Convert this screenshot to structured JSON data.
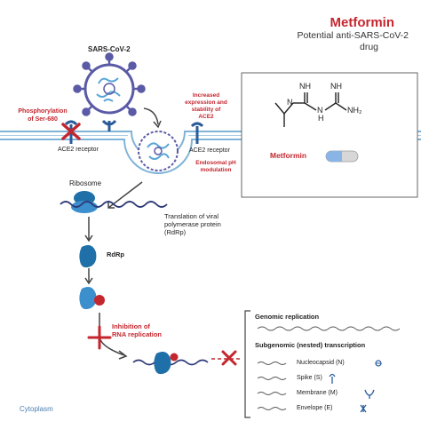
{
  "header": {
    "title": "Metformin",
    "subtitle_line1": "Potential anti-SARS-CoV-2",
    "subtitle_line2": "drug"
  },
  "virus": {
    "label": "SARS-CoV-2"
  },
  "membrane": {
    "phosphorylation_line1": "Phosphorylation",
    "phosphorylation_line2": "of Ser-680",
    "ace2_left": "ACE2 receptor",
    "ace2_right": "ACE2 receptor",
    "increased_line1": "Increased",
    "increased_line2": "expression and",
    "increased_line3": "stability of",
    "increased_line4": "ACE2",
    "endosomal_line1": "Endosomal pH",
    "endosomal_line2": "modulation"
  },
  "structure_box": {
    "atom_nh_left": "NH",
    "atom_nh_right": "NH",
    "atom_n": "N",
    "atom_nh_mid": "N",
    "atom_nh2": "NH₂",
    "atom_h": "H",
    "drug_name": "Metformin"
  },
  "cell": {
    "ribosome": "Ribosome",
    "translation_line1": "Translation of viral",
    "translation_line2": "polymerase protein",
    "translation_line3": "(RdRp)",
    "rdrp": "RdRp",
    "inhibition_line1": "Inhibition of",
    "inhibition_line2": "RNA replication",
    "cytoplasm": "Cytoplasm"
  },
  "replication_panel": {
    "genomic": "Genomic replication",
    "subgenomic": "Subgenomic (nested) transcription",
    "items": [
      {
        "label": "Nucleocapsid (N)"
      },
      {
        "label": "Spike (S)"
      },
      {
        "label": "Membrane (M)"
      },
      {
        "label": "Envelope (E)"
      }
    ]
  },
  "colors": {
    "accent_red": "#c4262e",
    "membrane_blue": "#7fb3d8",
    "virus_purple": "#5a5aa6",
    "protein_blue": "#1f6fa8",
    "rna_navy": "#2e3a78",
    "pill_blue": "#8ab4e6"
  }
}
